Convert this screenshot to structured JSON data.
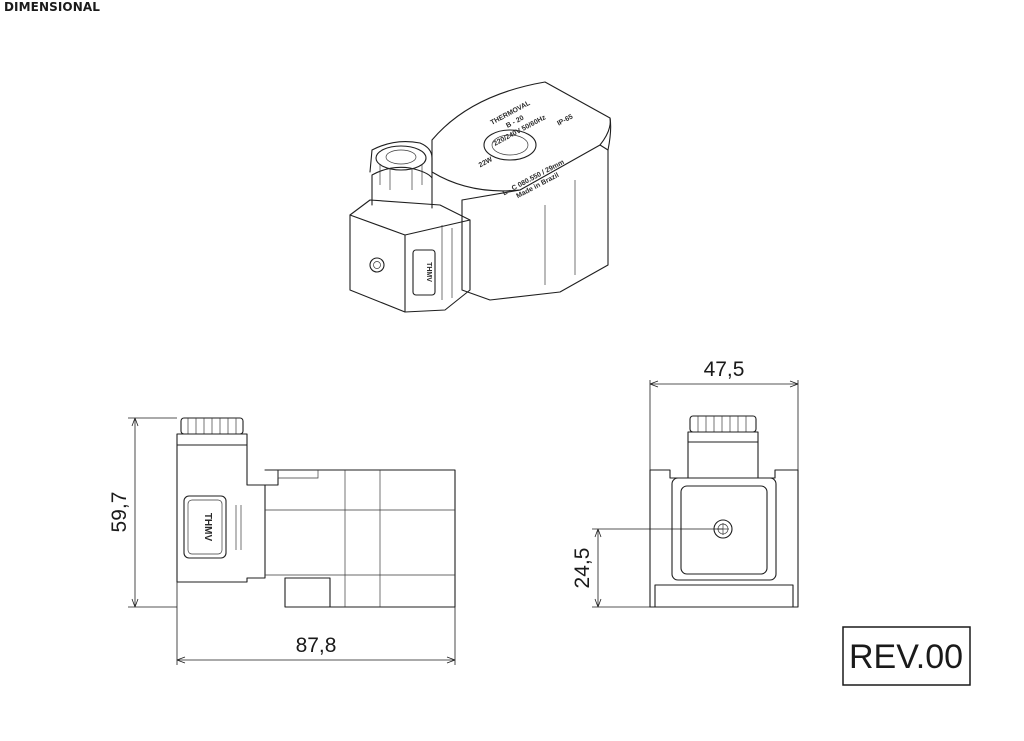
{
  "header": {
    "title": "DIMENSIONAL"
  },
  "dimensions": {
    "side_height": "59,7",
    "side_length": "87,8",
    "front_width": "47,5",
    "front_hole_height": "24,5"
  },
  "labels": {
    "connector_brand": "THMV",
    "coil_brand": "THERMOVAL",
    "coil_line_1": "B - 20",
    "coil_line_2": "220/240V 50/60Hz",
    "coil_line_3": "IP-65",
    "coil_line_4": "22W",
    "coil_line_5": "L - C 080.550 / 29mm",
    "coil_line_6": "Made in Brazil"
  },
  "revision": {
    "label": "REV.00"
  }
}
